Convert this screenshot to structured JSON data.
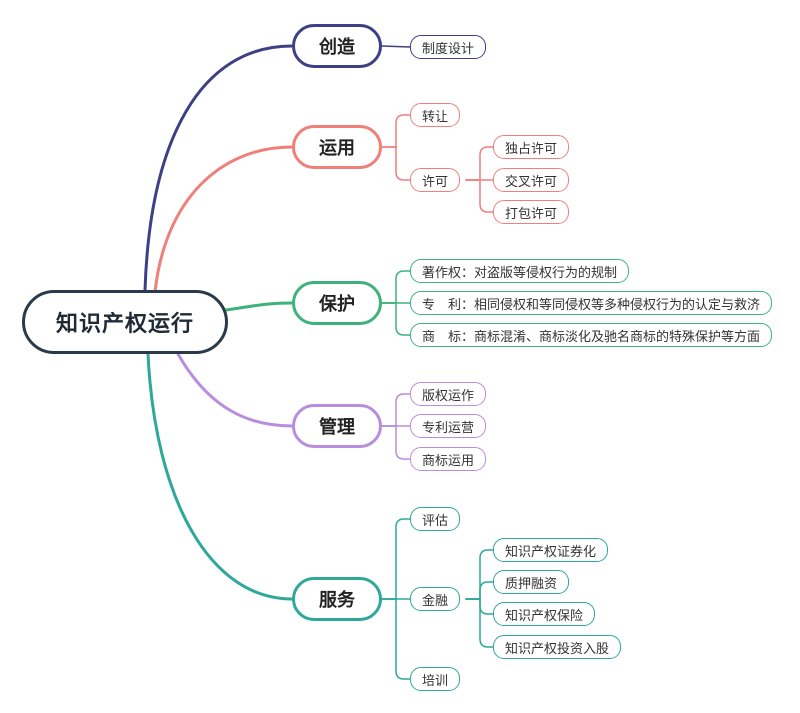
{
  "root": {
    "label": "知识产权运行",
    "color": "#2b3a4a"
  },
  "branches": [
    {
      "label": "创造",
      "color": "#3f3f86",
      "children": [
        {
          "label": "制度设计"
        }
      ]
    },
    {
      "label": "运用",
      "color": "#f07f7a",
      "children": [
        {
          "label": "转让"
        },
        {
          "label": "许可",
          "children": [
            {
              "label": "独占许可"
            },
            {
              "label": "交叉许可"
            },
            {
              "label": "打包许可"
            }
          ]
        }
      ]
    },
    {
      "label": "保护",
      "color": "#3db27c",
      "children": [
        {
          "label": "著作权：对盗版等侵权行为的规制"
        },
        {
          "label": "专　利：相同侵权和等同侵权等多种侵权行为的认定与救济"
        },
        {
          "label": "商　标：商标混淆、商标淡化及驰名商标的特殊保护等方面"
        }
      ]
    },
    {
      "label": "管理",
      "color": "#b98ddd",
      "children": [
        {
          "label": "版权运作"
        },
        {
          "label": "专利运营"
        },
        {
          "label": "商标运用"
        }
      ]
    },
    {
      "label": "服务",
      "color": "#2ea89a",
      "children": [
        {
          "label": "评估"
        },
        {
          "label": "金融",
          "children": [
            {
              "label": "知识产权证券化"
            },
            {
              "label": "质押融资"
            },
            {
              "label": "知识产权保险"
            },
            {
              "label": "知识产权投资入股"
            }
          ]
        },
        {
          "label": "培训"
        }
      ]
    }
  ]
}
